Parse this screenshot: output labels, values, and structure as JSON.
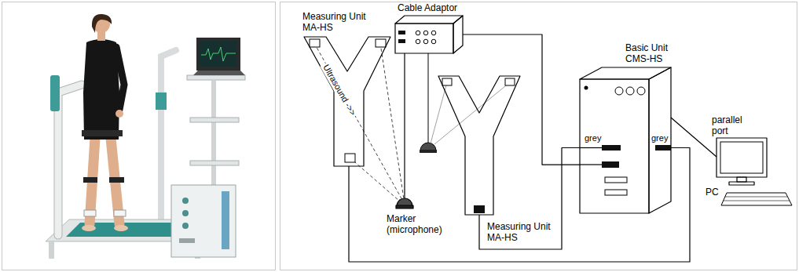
{
  "diagram": {
    "nodes": [
      {
        "text": [
          "Cable Adaptor"
        ]
      },
      {
        "text": [
          "Measuring Unit MA-HS"
        ]
      },
      {
        "text": [
          "Basic Unit CMS-HS"
        ]
      },
      {
        "text": [
          "PC"
        ]
      },
      {
        "text": [
          "Marker (microphone)"
        ]
      },
      {
        "text": [
          "Measuring Unit MA-HS"
        ]
      }
    ],
    "edges": [
      {
        "from": 0,
        "to": 2,
        "arrow": "none"
      },
      {
        "from": 5,
        "to": 2,
        "arrow": "none"
      },
      {
        "from": 1,
        "to": 2,
        "arrow": "none"
      },
      {
        "from": 4,
        "to": 0,
        "arrow": "none"
      },
      {
        "from": 2,
        "to": 3,
        "label": "parallel port",
        "arrow": "none"
      }
    ],
    "labels": [
      "Ultrasound ->>",
      "grey",
      "grey"
    ]
  }
}
